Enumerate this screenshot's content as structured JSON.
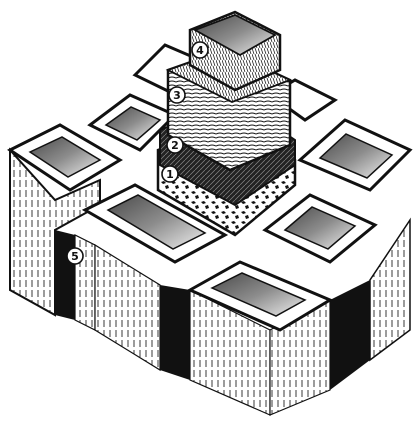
{
  "labels": {
    "l1": "1",
    "l2": "2",
    "l3": "3",
    "l4": "4",
    "l5": "5"
  },
  "colors": {
    "ink": "#111111",
    "paper": "#ffffff",
    "shade_dark": "#5a5a5a",
    "shade_light": "#d9d9d9"
  }
}
